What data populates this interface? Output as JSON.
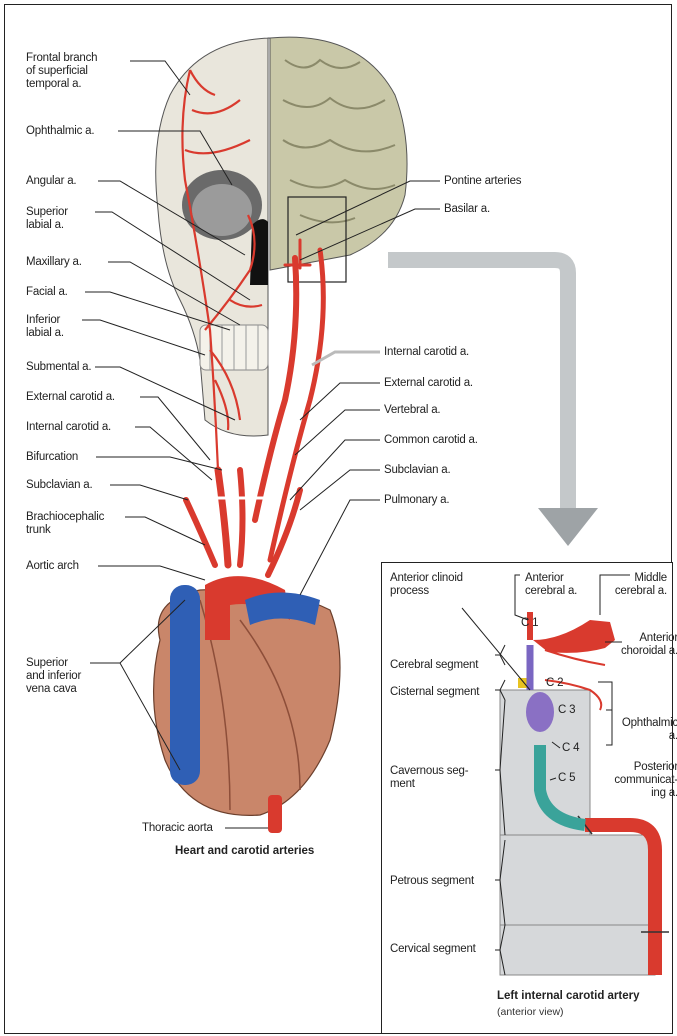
{
  "left_labels": [
    {
      "id": "frontal-branch",
      "text": "Frontal branch\nof superficial\ntemporal a."
    },
    {
      "id": "ophthalmic",
      "text": "Ophthalmic a."
    },
    {
      "id": "angular",
      "text": "Angular a."
    },
    {
      "id": "superior-labial",
      "text": "Superior\nlabial a."
    },
    {
      "id": "maxillary",
      "text": "Maxillary a."
    },
    {
      "id": "facial",
      "text": "Facial a."
    },
    {
      "id": "inferior-labial",
      "text": "Inferior\nlabial a."
    },
    {
      "id": "submental",
      "text": "Submental a."
    },
    {
      "id": "external-carotid-left",
      "text": "External carotid a."
    },
    {
      "id": "internal-carotid-left",
      "text": "Internal carotid a."
    },
    {
      "id": "bifurcation",
      "text": "Bifurcation"
    },
    {
      "id": "subclavian-left",
      "text": "Subclavian a."
    },
    {
      "id": "brachiocephalic",
      "text": "Brachiocephalic\ntrunk"
    },
    {
      "id": "aortic-arch",
      "text": "Aortic arch"
    },
    {
      "id": "vena-cava",
      "text": "Superior\nand inferior\nvena cava"
    }
  ],
  "right_labels": [
    {
      "id": "pontine",
      "text": "Pontine arteries"
    },
    {
      "id": "basilar",
      "text": "Basilar a."
    },
    {
      "id": "internal-carotid-right",
      "text": "Internal carotid a."
    },
    {
      "id": "external-carotid-right",
      "text": "External carotid a."
    },
    {
      "id": "vertebral",
      "text": "Vertebral a."
    },
    {
      "id": "common-carotid",
      "text": "Common carotid a."
    },
    {
      "id": "subclavian-right",
      "text": "Subclavian a."
    },
    {
      "id": "pulmonary",
      "text": "Pulmonary a."
    }
  ],
  "thoracic_aorta": "Thoracic aorta",
  "main_caption": "Heart and carotid arteries",
  "inset": {
    "labels": {
      "anterior_clinoid": "Anterior clinoid\nprocess",
      "anterior_cerebral": "Anterior\ncerebral a.",
      "middle_cerebral": "Middle\ncerebral a.",
      "anterior_choroidal": "Anterior\nchoroidal a.",
      "cerebral_segment": "Cerebral segment",
      "cisternal_segment": "Cisternal segment",
      "ophthalmic": "Ophthalmic\na.",
      "posterior_communicating": "Posterior\ncommunicat-\ning a.",
      "cavernous_segment": "Cavernous seg-\nment",
      "petrous_segment": "Petrous segment",
      "cervical_segment": "Cervical segment"
    },
    "segments": [
      "C 1",
      "C 2",
      "C 3",
      "C 4",
      "C 5"
    ],
    "caption": "Left internal carotid artery",
    "subcaption": "(anterior view)"
  },
  "colors": {
    "artery": "#d93a2e",
    "vein": "#2f5fb5",
    "skull": "#e9e6dc",
    "brain": "#c9c8a8",
    "heart": "#c9866a",
    "arrow": "#c4c8ca",
    "cavernous": "#3aa39a",
    "c3": "#8a70c4",
    "bone": "#d6d8da"
  }
}
